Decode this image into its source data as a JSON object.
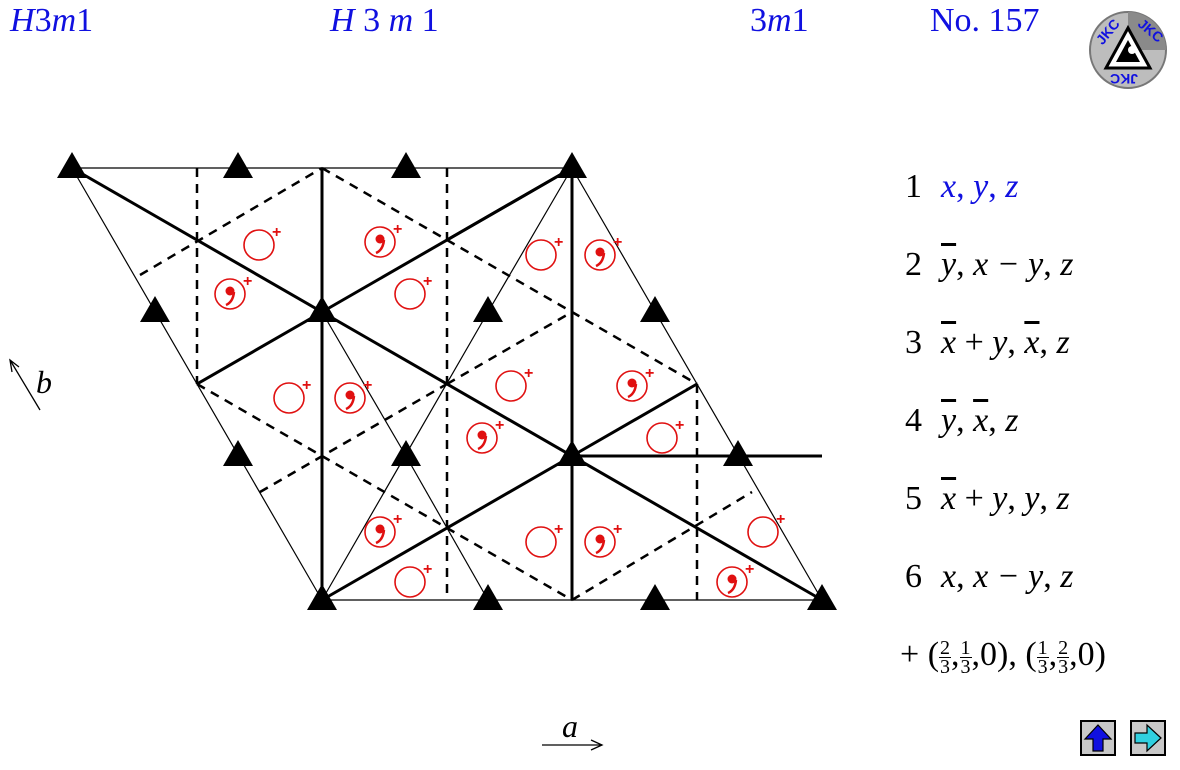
{
  "header": {
    "short_symbol": [
      "H",
      "3",
      "m",
      "1"
    ],
    "full_symbol": [
      "H",
      "3",
      "m",
      "1"
    ],
    "point_group": [
      "3",
      "m",
      "1"
    ],
    "number": "No. 157"
  },
  "logo": {
    "text": "JKC"
  },
  "axes": {
    "a": "a",
    "b": "b"
  },
  "operations": [
    {
      "n": "1",
      "terms": [
        "x",
        ", ",
        "y",
        ", ",
        "z"
      ]
    },
    {
      "n": "2",
      "terms": [
        "y",
        ", ",
        "x − y",
        ", ",
        "z"
      ]
    },
    {
      "n": "3",
      "terms": [
        "x",
        " + ",
        "y",
        ", ",
        "x",
        ", ",
        "z"
      ]
    },
    {
      "n": "4",
      "terms": [
        "y",
        ", ",
        "x",
        ", ",
        "z"
      ]
    },
    {
      "n": "5",
      "terms": [
        "x",
        " + ",
        "y",
        ", ",
        "y",
        ", ",
        "z"
      ]
    },
    {
      "n": "6",
      "terms": [
        "x",
        ", ",
        "x − y",
        ", ",
        "z"
      ]
    }
  ],
  "centering": {
    "plus": "+",
    "t1": [
      "2",
      "3",
      "1",
      "3",
      "0"
    ],
    "t2": [
      "1",
      "3",
      "2",
      "3",
      "0"
    ]
  },
  "colors": {
    "header": "#1010e0",
    "symbol": "#e01010",
    "nav_up": "#1010e0",
    "nav_next": "#30d0e0"
  },
  "nav": {
    "up": "arrow-up-icon",
    "next": "arrow-right-icon"
  }
}
